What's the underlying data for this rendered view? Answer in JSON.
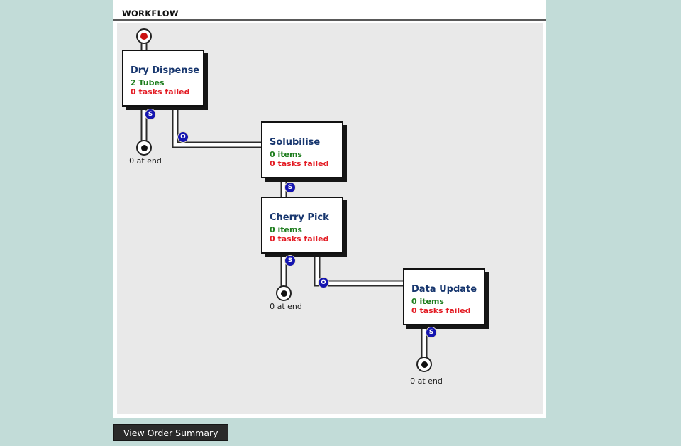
{
  "header": {
    "title": "WORKFLOW"
  },
  "workflow": {
    "nodes": [
      {
        "name": "Dry Dispense",
        "items": "2 Tubes",
        "failed": "0 tasks failed"
      },
      {
        "name": "Solubilise",
        "items": "0 items",
        "failed": "0 tasks failed"
      },
      {
        "name": "Cherry Pick",
        "items": "0 items",
        "failed": "0 tasks failed"
      },
      {
        "name": "Data Update",
        "items": "0 items",
        "failed": "0 tasks failed"
      }
    ],
    "end_labels": [
      "0 at end",
      "0 at end",
      "0 at end"
    ],
    "badge_s_label": "S",
    "badge_o_label": "O"
  },
  "footer": {
    "view_order_summary_label": "View Order Summary"
  },
  "colors": {
    "page_bg": "#c2dcd8",
    "canvas_bg": "#e9e9e9",
    "node_title": "#17366e",
    "items_green": "#1e7d1e",
    "failed_red": "#e31b23",
    "badge_blue": "#1515b0",
    "start_red": "#cc1111",
    "end_black": "#111111",
    "button_bg": "#2a2a2a"
  }
}
